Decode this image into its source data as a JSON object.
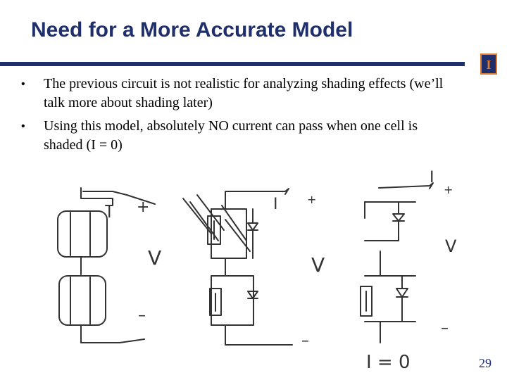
{
  "slide": {
    "title": "Need for a More Accurate Model",
    "logo_text": "I",
    "bullets": [
      {
        "text": "The previous circuit is not realistic for analyzing shading effects (we’ll talk more about shading later)"
      },
      {
        "text": "Using this model, absolutely NO current can pass when one cell is shaded (I = 0)"
      }
    ],
    "page_number": "29"
  },
  "sketch": {
    "left": {
      "current": "I",
      "plus": "+",
      "voltage": "V",
      "minus": "–"
    },
    "middle": {
      "current": "I",
      "plus": "+",
      "voltage": "V",
      "minus": "–"
    },
    "right": {
      "current": "I",
      "plus": "+",
      "voltage": "V",
      "minus": "–",
      "result": "I = 0"
    }
  },
  "colors": {
    "title": "#1f2f6b",
    "rule": "#1f2f6b",
    "text": "#000000",
    "sketch": "#333333"
  }
}
